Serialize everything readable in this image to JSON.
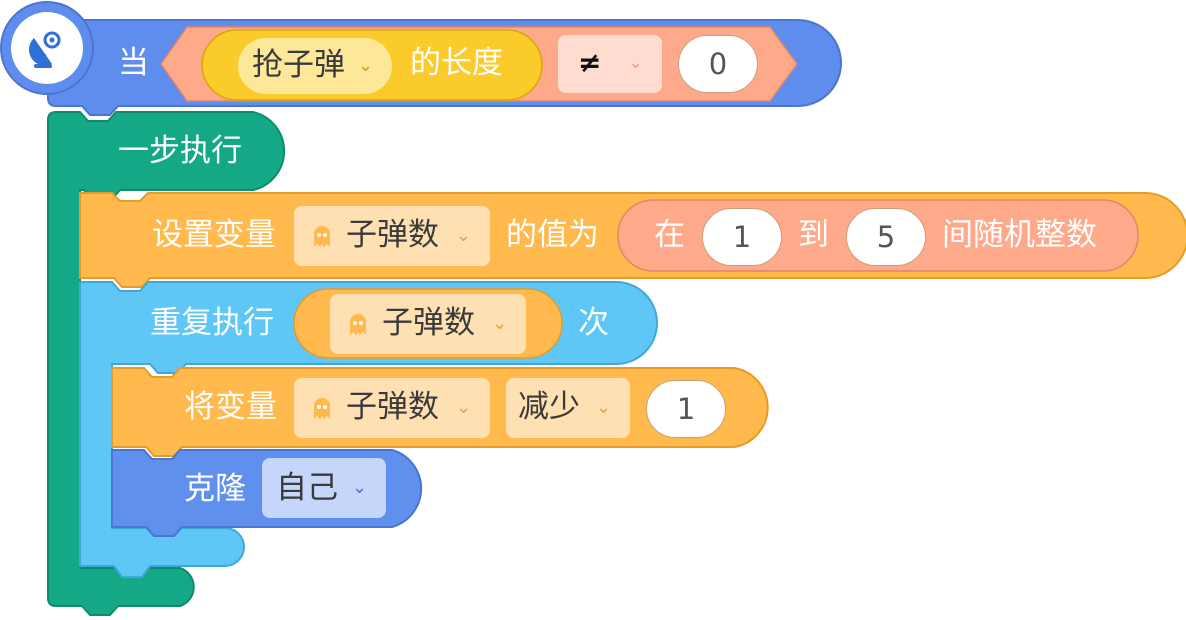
{
  "when_block": {
    "label": "当",
    "variable": "抢子弹",
    "property": "的长度",
    "operator": "≠",
    "value": "0",
    "hat_icon": "satellite-dish-icon"
  },
  "step_block": {
    "label": "一步执行"
  },
  "set_block": {
    "label": "设置变量",
    "variable": "子弹数",
    "value_label": "的值为",
    "random": {
      "prefix": "在",
      "from": "1",
      "to_label": "到",
      "to": "5",
      "suffix": "间随机整数"
    }
  },
  "repeat_block": {
    "label": "重复执行",
    "variable": "子弹数",
    "suffix": "次"
  },
  "change_block": {
    "label": "将变量",
    "variable": "子弹数",
    "op": "减少",
    "value": "1"
  },
  "clone_block": {
    "label": "克隆",
    "target": "自己"
  },
  "icons": {
    "variable": "ghost-icon",
    "dropdown": "chevron-down-icon"
  },
  "colors": {
    "event": "#5e8dee",
    "control_dark": "#15a887",
    "variable": "#ffb94c",
    "operator": "#ffa98b",
    "sensing_yellow": "#fbcb2c",
    "loop_light": "#5ec7f6",
    "clone_blue": "#6090ee"
  }
}
